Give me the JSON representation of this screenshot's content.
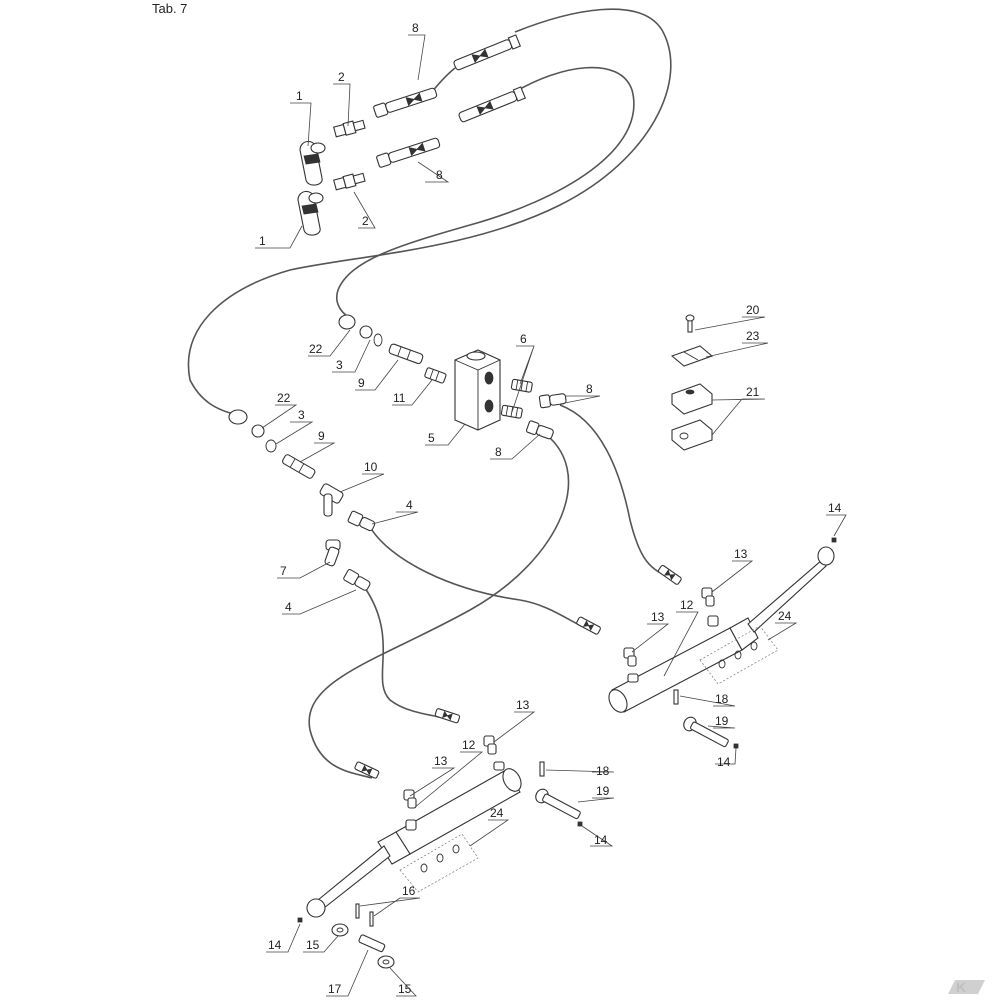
{
  "title": "Tab. 7",
  "logo": {
    "text": "K",
    "color": "#bfbfbf"
  },
  "callouts": [
    {
      "id": "c1a",
      "text": "1"
    },
    {
      "id": "c1b",
      "text": "1"
    },
    {
      "id": "c2a",
      "text": "2"
    },
    {
      "id": "c2b",
      "text": "2"
    },
    {
      "id": "c8a",
      "text": "8"
    },
    {
      "id": "c8b",
      "text": "8"
    },
    {
      "id": "c8c",
      "text": "8"
    },
    {
      "id": "c8d",
      "text": "8"
    },
    {
      "id": "c22a",
      "text": "22"
    },
    {
      "id": "c3a",
      "text": "3"
    },
    {
      "id": "c9a",
      "text": "9"
    },
    {
      "id": "c11",
      "text": "11"
    },
    {
      "id": "c6",
      "text": "6"
    },
    {
      "id": "c5",
      "text": "5"
    },
    {
      "id": "c20",
      "text": "20"
    },
    {
      "id": "c23",
      "text": "23"
    },
    {
      "id": "c21",
      "text": "21"
    },
    {
      "id": "c22b",
      "text": "22"
    },
    {
      "id": "c3b",
      "text": "3"
    },
    {
      "id": "c9b",
      "text": "9"
    },
    {
      "id": "c10",
      "text": "10"
    },
    {
      "id": "c4a",
      "text": "4"
    },
    {
      "id": "c7",
      "text": "7"
    },
    {
      "id": "c4b",
      "text": "4"
    },
    {
      "id": "c14a",
      "text": "14"
    },
    {
      "id": "c13a",
      "text": "13"
    },
    {
      "id": "c13b",
      "text": "13"
    },
    {
      "id": "c12a",
      "text": "12"
    },
    {
      "id": "c24a",
      "text": "24"
    },
    {
      "id": "c18a",
      "text": "18"
    },
    {
      "id": "c19a",
      "text": "19"
    },
    {
      "id": "c14b",
      "text": "14"
    },
    {
      "id": "c13c",
      "text": "13"
    },
    {
      "id": "c12b",
      "text": "12"
    },
    {
      "id": "c13d",
      "text": "13"
    },
    {
      "id": "c18b",
      "text": "18"
    },
    {
      "id": "c19b",
      "text": "19"
    },
    {
      "id": "c14c",
      "text": "14"
    },
    {
      "id": "c24b",
      "text": "24"
    },
    {
      "id": "c16",
      "text": "16"
    },
    {
      "id": "c14d",
      "text": "14"
    },
    {
      "id": "c15a",
      "text": "15"
    },
    {
      "id": "c17",
      "text": "17"
    },
    {
      "id": "c15b",
      "text": "15"
    }
  ]
}
